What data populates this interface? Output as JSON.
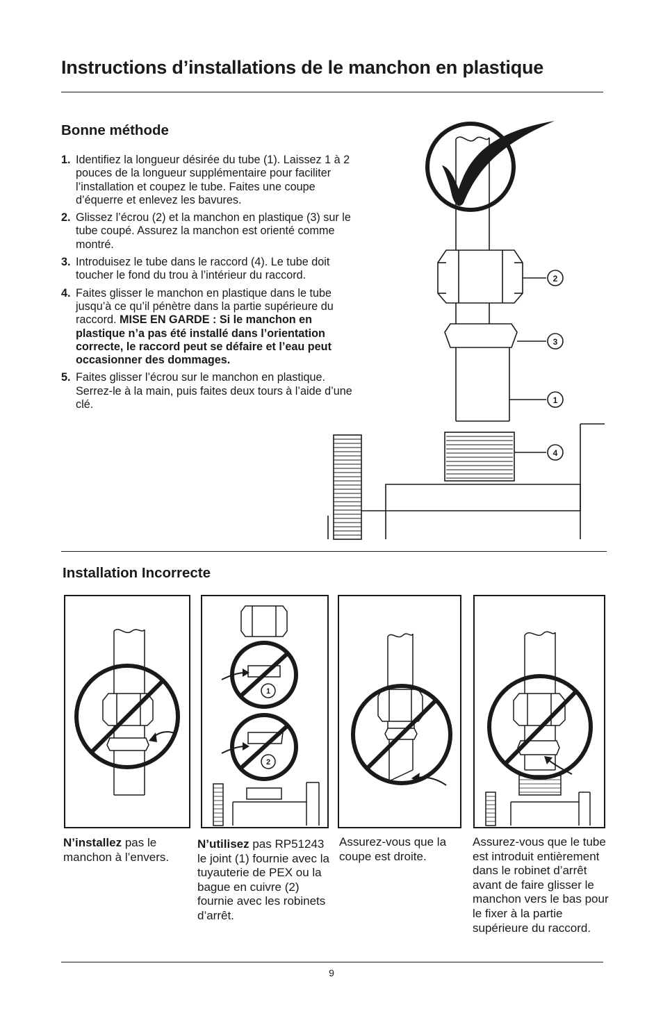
{
  "title": "Instructions d’installations de le manchon en plastique",
  "good": {
    "heading": "Bonne méthode",
    "steps": [
      {
        "num": "1.",
        "text": "Identifiez la longueur désirée du tube (1). Laissez 1 à 2 pouces de la longueur supplémentaire pour faciliter l’installation et coupez le tube. Faites une coupe d’équerre et enlevez les bavures."
      },
      {
        "num": "2.",
        "text": "Glissez l’écrou (2) et la manchon en plastique (3) sur le tube coupé. Assurez la manchon est orienté comme montré."
      },
      {
        "num": "3.",
        "text": "Introduisez le tube dans le raccord (4). Le tube doit toucher le fond du trou à l’intérieur du raccord."
      },
      {
        "num": "4.",
        "text": "Faites glisser le manchon en plastique dans le tube jusqu’à ce qu’il pénètre dans la partie supérieure du raccord.",
        "warning": "MISE EN GARDE : Si le manchon en plastique n’a pas été installé dans l’orientation correcte, le raccord peut se défaire et l’eau peut occasionner des dommages."
      },
      {
        "num": "5.",
        "text": "Faites glisser l’écrou sur le manchon en plastique. Serrez-le à la main, puis faites deux tours à l’aide d’une clé."
      }
    ],
    "callouts": [
      "2",
      "3",
      "1",
      "4"
    ]
  },
  "bad": {
    "heading": "Installation Incorrecte",
    "captions": [
      {
        "bold": "N’installez",
        "rest": " pas le manchon à l’envers."
      },
      {
        "bold": "N’utilisez",
        "rest": " pas RP51243 le joint (1) fournie avec la tuyauterie de PEX ou la bague en cuivre (2) fournie avec les robinets d’arrêt."
      },
      {
        "bold": "",
        "rest": "Assurez-vous que la coupe est droite."
      },
      {
        "bold": "",
        "rest": "Assurez-vous que le tube est introduit entièrement dans le robinet d’arrêt avant de faire glisser le manchon vers le bas pour le fixer à la partie supérieure du raccord."
      }
    ],
    "panel2_callouts": [
      "1",
      "2"
    ]
  },
  "page_number": "9"
}
